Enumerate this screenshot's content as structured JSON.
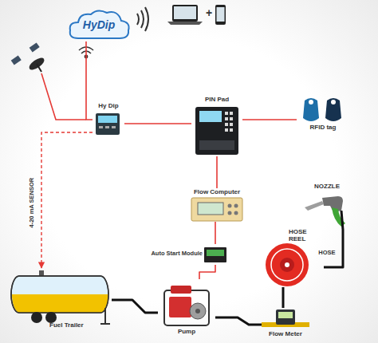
{
  "diagram": {
    "nodes": [
      {
        "text": [
          "HyDip"
        ]
      },
      {
        "text": [
          "Hy Dip"
        ]
      },
      {
        "text": [
          "PIN Pad"
        ]
      },
      {
        "text": [
          "RFID tag"
        ]
      },
      {
        "text": [
          "Flow Computer"
        ]
      },
      {
        "text": [
          "NOZZLE"
        ]
      },
      {
        "text": [
          "Auto Start Module"
        ]
      },
      {
        "text": [
          "HOSE REEL"
        ]
      },
      {
        "text": [
          "Fuel Trailer"
        ]
      },
      {
        "text": [
          "Pump"
        ]
      },
      {
        "text": [
          "Flow Meter"
        ]
      }
    ],
    "edges": [
      {
        "from": 0,
        "to": 1,
        "arrow": "none"
      },
      {
        "from": 1,
        "to": 2,
        "arrow": "none"
      },
      {
        "from": 2,
        "to": 3,
        "arrow": "none"
      },
      {
        "from": 2,
        "to": 4,
        "arrow": "none"
      },
      {
        "from": 4,
        "to": 6,
        "arrow": "none"
      },
      {
        "from": 6,
        "to": 9,
        "arrow": "none"
      },
      {
        "from": 1,
        "to": 8,
        "label": "4-20 mA SENSOR",
        "arrow": "to"
      },
      {
        "from": 8,
        "to": 9,
        "arrow": "none"
      },
      {
        "from": 9,
        "to": 10,
        "arrow": "none"
      },
      {
        "from": 10,
        "to": 7,
        "arrow": "none"
      },
      {
        "from": 7,
        "to": 5,
        "label": "HOSE",
        "arrow": "none"
      }
    ],
    "labels": [
      "+"
    ]
  }
}
